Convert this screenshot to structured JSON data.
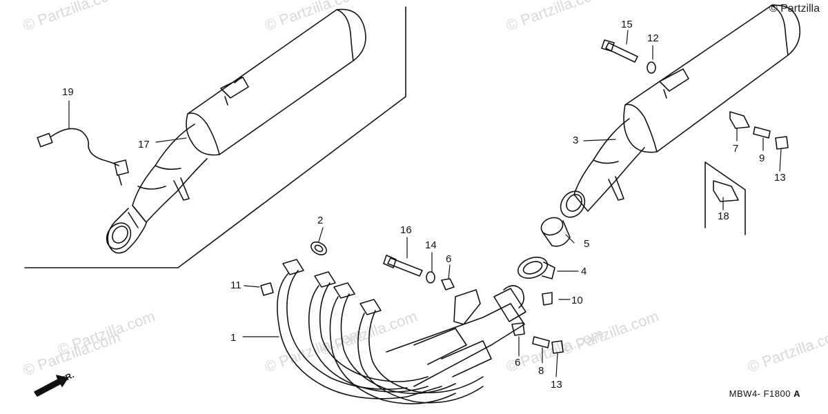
{
  "watermark": "© Partzilla.com",
  "copyright_mark": "© Partzilla",
  "diagram_code": "MBW4- F1800",
  "diagram_code_suffix": "A",
  "front_marker": "FR.",
  "callouts": {
    "c1": "1",
    "c2": "2",
    "c3": "3",
    "c4": "4",
    "c5": "5",
    "c6a": "6",
    "c6b": "6",
    "c7": "7",
    "c8": "8",
    "c9": "9",
    "c10": "10",
    "c11": "11",
    "c12": "12",
    "c13a": "13",
    "c13b": "13",
    "c14": "14",
    "c15": "15",
    "c16": "16",
    "c17": "17",
    "c18": "18",
    "c19": "19"
  }
}
